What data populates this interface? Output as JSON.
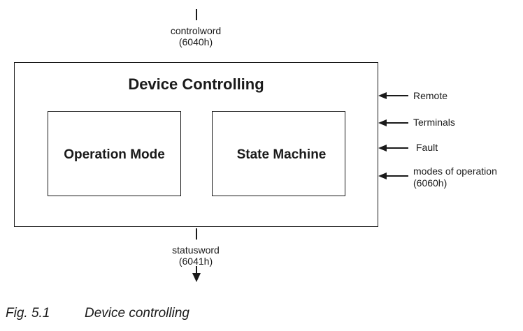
{
  "figure": {
    "top_signal": {
      "name": "controlword",
      "index": "(6040h)"
    },
    "bottom_signal": {
      "name": "statusword",
      "index": "(6041h)"
    },
    "main_box": {
      "title": "Device Controlling"
    },
    "inner_boxes": [
      {
        "label": "Operation Mode"
      },
      {
        "label": "State Machine"
      }
    ],
    "right_inputs": [
      {
        "label": "Remote"
      },
      {
        "label": "Terminals"
      },
      {
        "label": "Fault"
      },
      {
        "label": "modes of operation",
        "index": "(6060h)"
      }
    ]
  },
  "caption": {
    "number": "Fig. 5.1",
    "text": "Device controlling"
  }
}
